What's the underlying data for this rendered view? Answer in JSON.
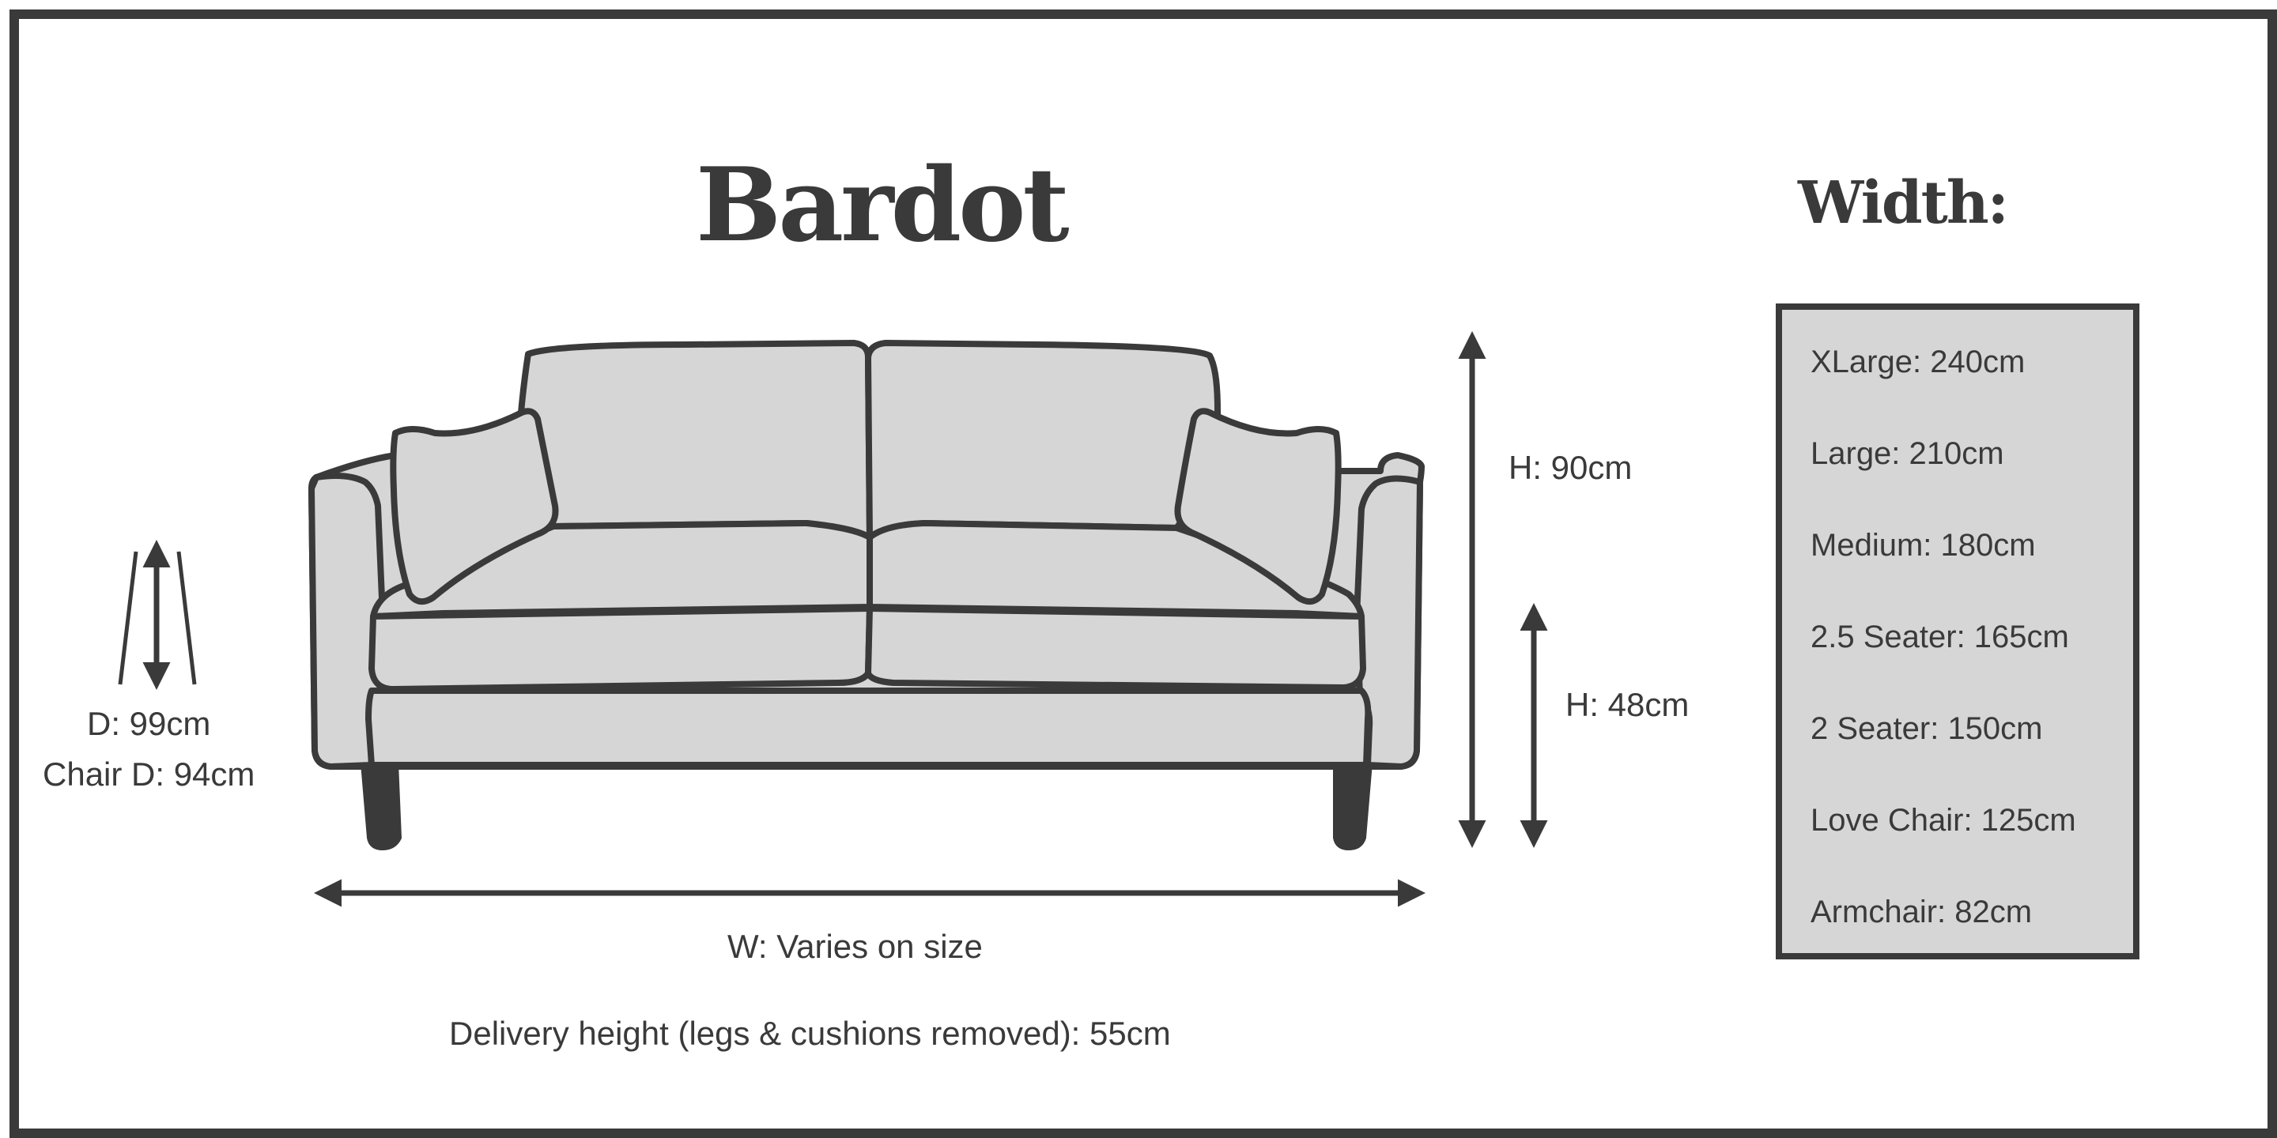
{
  "product": {
    "name": "Bardot"
  },
  "dimensions": {
    "height": "H: 90cm",
    "seat_height": "H: 48cm",
    "depth": "D: 99cm",
    "chair_depth": "Chair D: 94cm",
    "width": "W: Varies on size",
    "delivery_height": "Delivery height (legs & cushions removed): 55cm"
  },
  "width_panel": {
    "heading": "Width:",
    "sizes": [
      "XLarge: 240cm",
      "Large: 210cm",
      "Medium: 180cm",
      "2.5 Seater: 165cm",
      "2 Seater: 150cm",
      "Love Chair: 125cm",
      "Armchair: 82cm"
    ]
  },
  "colors": {
    "ink": "#3a3a3a",
    "fill": "#d6d6d6",
    "background": "#ffffff"
  }
}
